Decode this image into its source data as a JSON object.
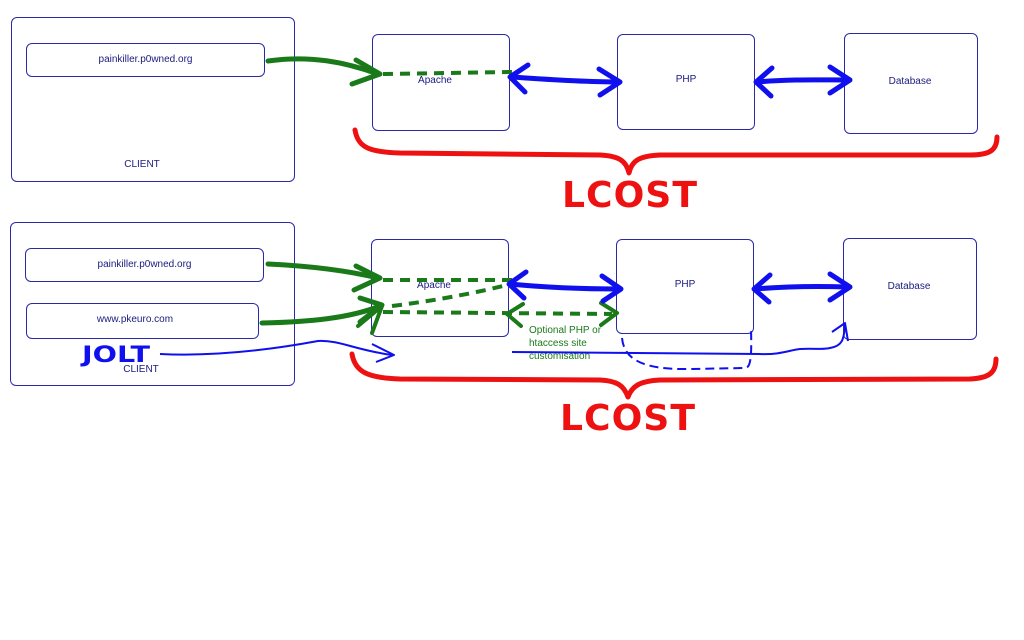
{
  "diagram_top": {
    "client_box": {
      "label": "CLIENT",
      "domains": [
        "painkiller.p0wned.org"
      ]
    },
    "servers": [
      {
        "key": "apache",
        "label": "Apache"
      },
      {
        "key": "php",
        "label": "PHP"
      },
      {
        "key": "database",
        "label": "Database"
      }
    ],
    "brace_label": "LCOST"
  },
  "diagram_bottom": {
    "client_box": {
      "label": "CLIENT",
      "domains": [
        "painkiller.p0wned.org",
        "www.pkeuro.com"
      ]
    },
    "servers": [
      {
        "key": "apache",
        "label": "Apache"
      },
      {
        "key": "php",
        "label": "PHP"
      },
      {
        "key": "database",
        "label": "Database"
      }
    ],
    "note_lines": [
      "Optional PHP or",
      "htaccess site",
      "customisation"
    ],
    "jolt_label": "JOLT",
    "brace_label": "LCOST"
  },
  "colors": {
    "box_border": "#2a2aa8",
    "green_arrow": "#1a7a1a",
    "blue_arrow": "#1010ee",
    "red_brace": "#ee1111"
  }
}
